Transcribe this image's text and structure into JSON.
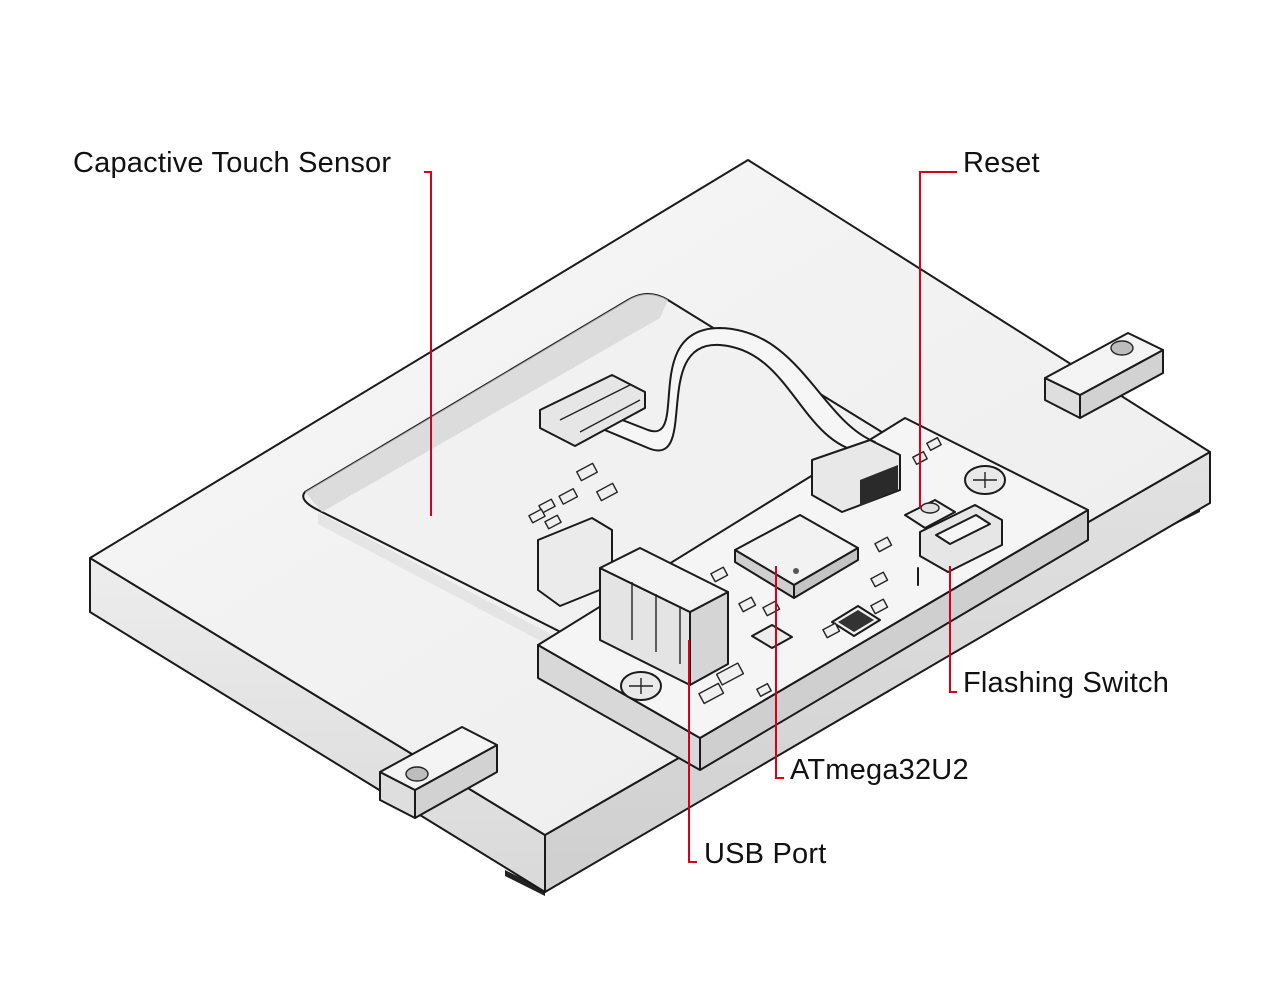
{
  "diagram": {
    "accent_color": "#d6001c",
    "labels": {
      "touch_sensor": "Capactive Touch Sensor",
      "reset": "Reset",
      "flashing_switch": "Flashing Switch",
      "mcu": "ATmega32U2",
      "usb_port": "USB Port"
    }
  }
}
